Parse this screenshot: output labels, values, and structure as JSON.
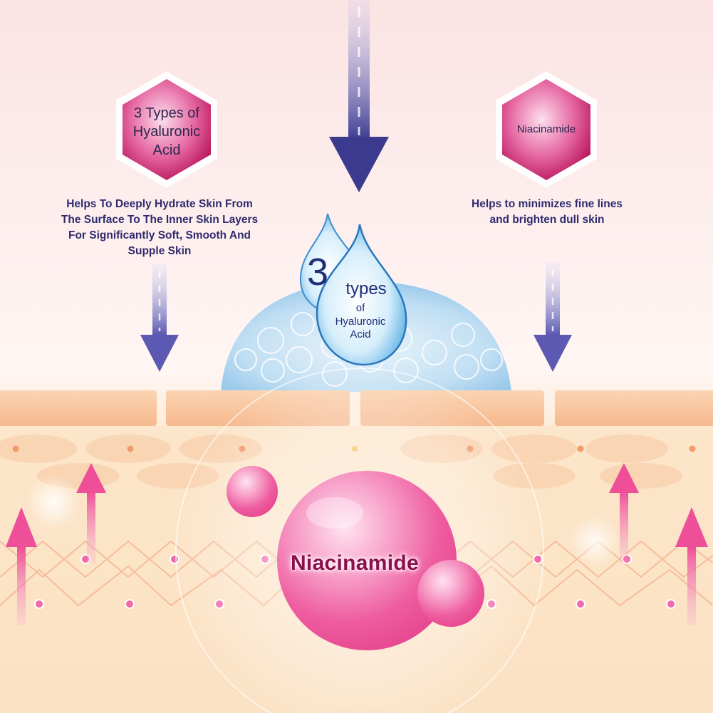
{
  "left_ingredient": {
    "hex_label_lines": [
      "3 Types of",
      "Hyaluronic",
      "Acid"
    ],
    "description_lines": [
      "Helps To Deeply Hydrate Skin From",
      "The Surface To The Inner Skin Layers",
      "For Significantly Soft, Smooth And",
      "Supple Skin"
    ]
  },
  "right_ingredient": {
    "hex_label": "Niacinamide",
    "description_lines": [
      "Helps to minimizes fine lines",
      "and brighten dull skin"
    ]
  },
  "droplet": {
    "number": "3",
    "word": "types",
    "line2": "of",
    "line3": "Hyaluronic",
    "line4": "Acid"
  },
  "sphere_label": "Niacinamide",
  "colors": {
    "hex_magenta": "#c2185b",
    "arrow_navy": "#3b3a8f",
    "text_navy": "#2f2a6e",
    "pink_arrow": "#f06aa8",
    "sphere_pink": "#f27bb0"
  }
}
